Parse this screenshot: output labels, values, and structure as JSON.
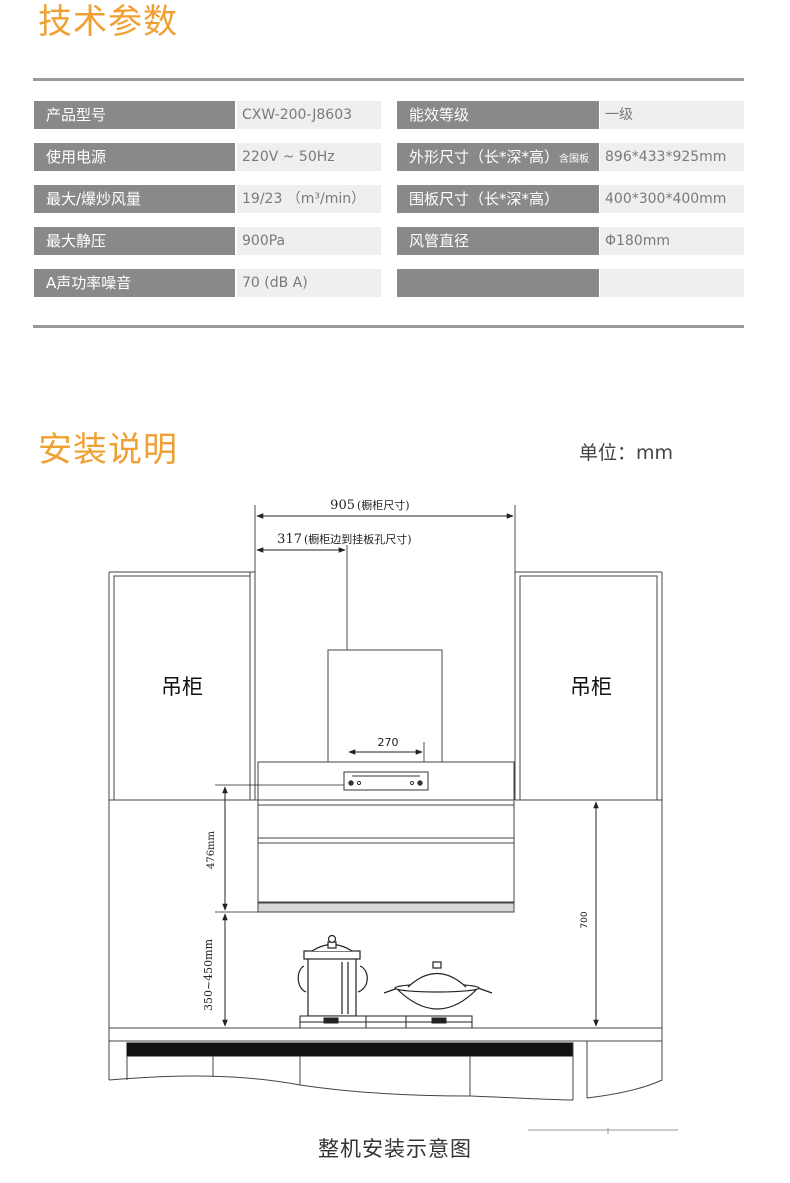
{
  "specs": {
    "title": "技术参数",
    "rows": [
      {
        "label_left": "产品型号",
        "value_left": "CXW-200-J8603",
        "label_right": "能效等级",
        "value_right": "一级"
      },
      {
        "label_left": "使用电源",
        "value_left": "220V ~ 50Hz",
        "label_right": "外形尺寸（长*深*高）",
        "label_right_note": "含围板",
        "value_right": "896*433*925mm"
      },
      {
        "label_left": "最大/爆炒风量",
        "value_left": "19/23 （m³/min）",
        "label_right": "围板尺寸（长*深*高）",
        "value_right": "400*300*400mm"
      },
      {
        "label_left": "最大静压",
        "value_left": "900Pa",
        "label_right": "风管直径",
        "value_right": "Φ180mm"
      },
      {
        "label_left": "A声功率噪音",
        "value_left": "70 (dB A)",
        "label_right": "",
        "value_right": ""
      }
    ]
  },
  "install": {
    "title": "安装说明",
    "unit": "单位：mm",
    "cabinet_left": "吊柜",
    "cabinet_right": "吊柜",
    "dim_total": "905",
    "dim_total_note": "(橱柜尺寸)",
    "dim_offset": "317",
    "dim_offset_note": "(橱柜边到挂板孔尺寸)",
    "dim_bracket": "270",
    "dim_hood_height": "476mm",
    "dim_hob_gap": "350~450mm",
    "dim_cabinet_gap": "700",
    "caption": "整机安装示意图"
  }
}
